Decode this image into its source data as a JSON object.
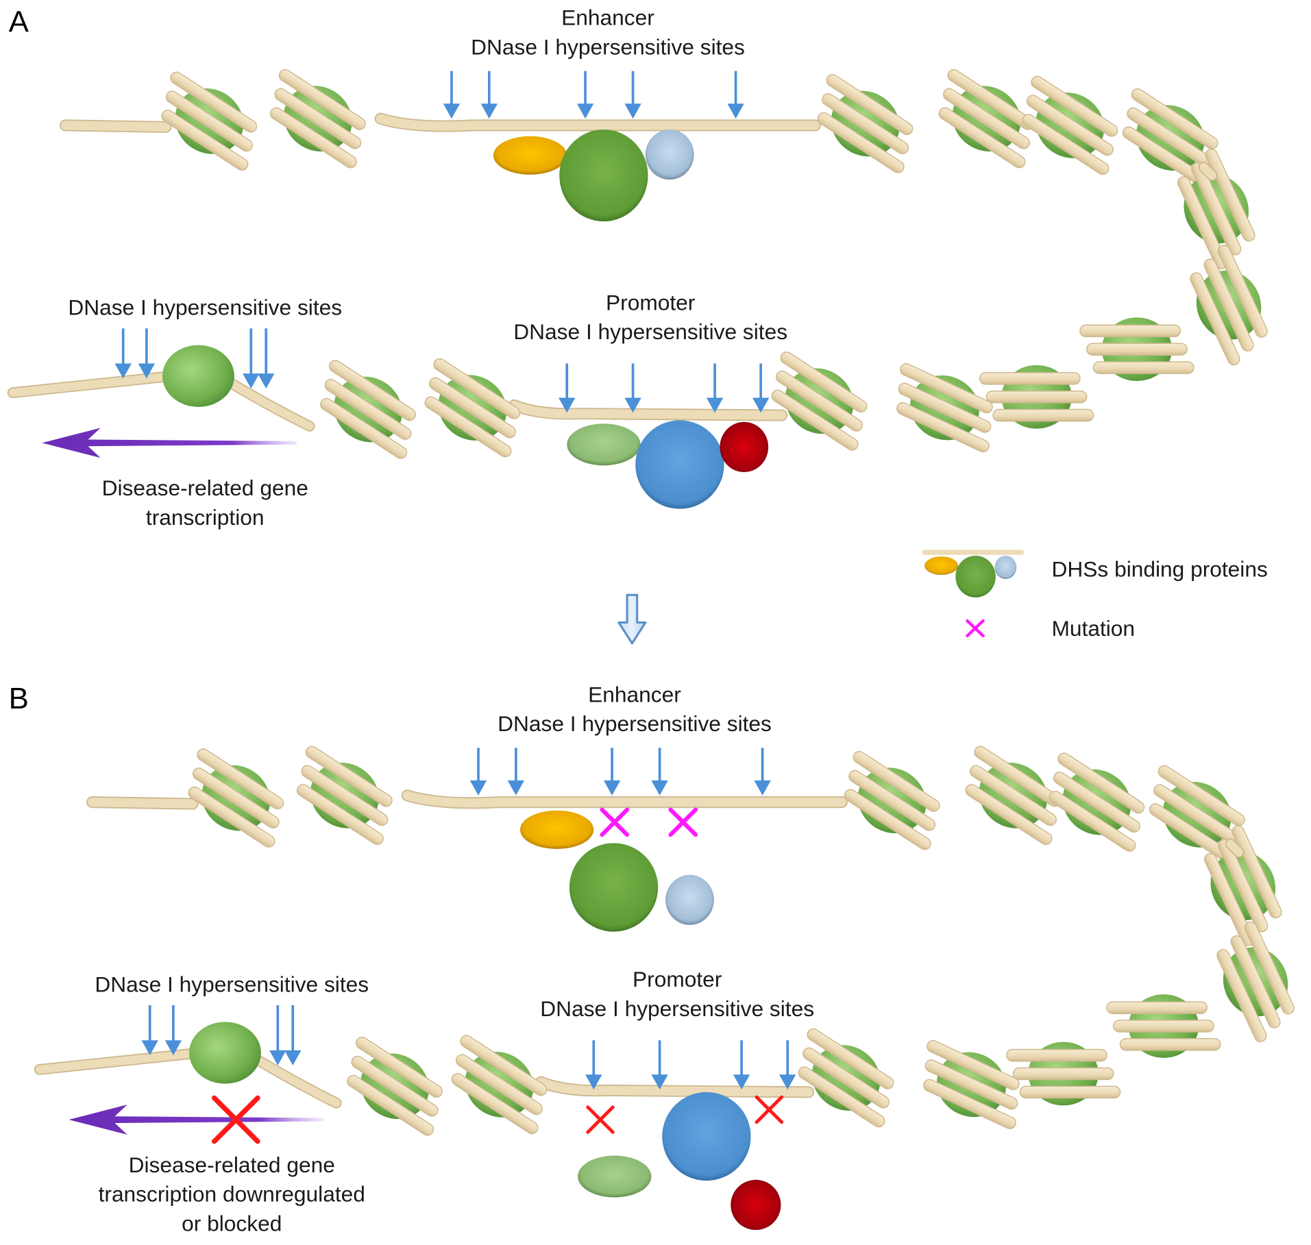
{
  "figure": {
    "panels": [
      {
        "id": "A",
        "letter": "A",
        "enhancer_label": [
          "Enhancer",
          "DNase I hypersensitive sites"
        ],
        "promoter_label": [
          "Promoter",
          "DNase I hypersensitive sites"
        ],
        "gene_dhs_label": "DNase I hypersensitive sites",
        "transcription_label": [
          "Disease-related gene",
          "transcription"
        ],
        "transcription_blocked": false,
        "enhancer_mutations": 0,
        "promoter_mutations": 0,
        "proteins_bound": true
      },
      {
        "id": "B",
        "letter": "B",
        "enhancer_label": [
          "Enhancer",
          "DNase I hypersensitive sites"
        ],
        "promoter_label": [
          "Promoter",
          "DNase I hypersensitive sites"
        ],
        "gene_dhs_label": "DNase I hypersensitive sites",
        "transcription_label": [
          "Disease-related gene",
          "transcription downregulated",
          "or blocked"
        ],
        "transcription_blocked": true,
        "enhancer_mutations": 2,
        "promoter_mutations": 2,
        "proteins_bound": false
      }
    ],
    "legend": {
      "items": [
        {
          "symbol": "dhs-binding-proteins",
          "label": "DHSs binding proteins"
        },
        {
          "symbol": "mutation-cross",
          "label": "Mutation"
        }
      ]
    },
    "transition_arrow": "down-arrow",
    "colors": {
      "dna": "#eddcb8",
      "dna_edge": "#cdb88f",
      "histone": "#7cb95a",
      "histone_dark": "#3f7a2a",
      "dhs_arrow": "#4a90d9",
      "enhancer_orange": "#f0b400",
      "enhancer_green": "#5f9c3a",
      "enhancer_lightblue": "#a8c4de",
      "promoter_lightgreen": "#8fbf78",
      "promoter_blue": "#4f94d4",
      "promoter_red": "#b00010",
      "mutation_magenta": "#ff19ff",
      "block_red": "#ff1a1a",
      "transcription_purple": "#6a2bb5"
    }
  }
}
